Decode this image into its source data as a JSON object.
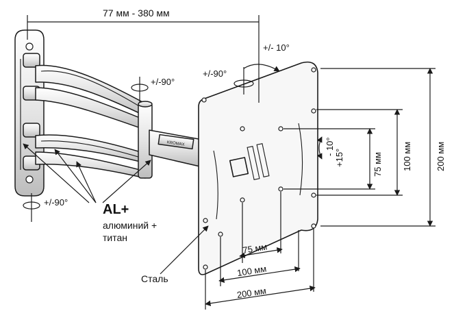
{
  "labels": {
    "extension_range": "77 мм - 380 мм",
    "tilt": "+/- 10°",
    "swivel_top": "+/-90°",
    "swivel_plate": "+/-90°",
    "swivel_bottom": "+/-90°",
    "tilt_side_upper": "- 10°",
    "tilt_side_lower": "+15°",
    "vesa_v_75": "75 мм",
    "vesa_v_100": "100 мм",
    "vesa_v_200": "200 мм",
    "vesa_h_75": "75 мм",
    "vesa_h_100": "100 мм",
    "vesa_h_200": "200 мм",
    "material_brand": "AL+",
    "material_arm_line1": "алюминий +",
    "material_arm_line2": "титан",
    "material_plate": "Сталь",
    "arm_sticker": "KROMAX"
  },
  "colors": {
    "line": "#1a1a1a",
    "metal_light": "#ffffff",
    "metal_dark": "#bdbdbd"
  }
}
